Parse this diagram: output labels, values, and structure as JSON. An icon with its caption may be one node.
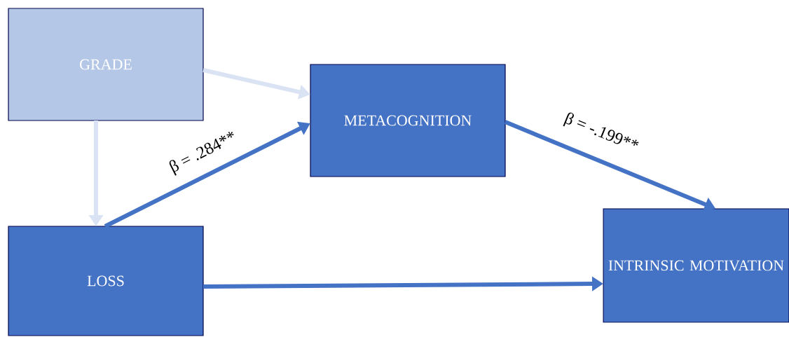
{
  "diagram": {
    "nodes": [
      {
        "text": [
          "GRADE"
        ]
      },
      {
        "text": [
          "METACOGNITION"
        ]
      },
      {
        "text": [
          "LOSS"
        ]
      },
      {
        "text": [
          "INTRINSIC MOTIVATION"
        ]
      }
    ],
    "edges": [
      {
        "from": 0,
        "to": 1,
        "arrow": "to",
        "color": "#dae3f3"
      },
      {
        "from": 0,
        "to": 2,
        "arrow": "to",
        "color": "#dae3f3"
      },
      {
        "from": 2,
        "to": 1,
        "arrow": "to",
        "label": "β = .284**"
      },
      {
        "from": 1,
        "to": 3,
        "arrow": "to",
        "label": "β = -.199**"
      },
      {
        "from": 2,
        "to": 3,
        "arrow": "to"
      }
    ]
  }
}
